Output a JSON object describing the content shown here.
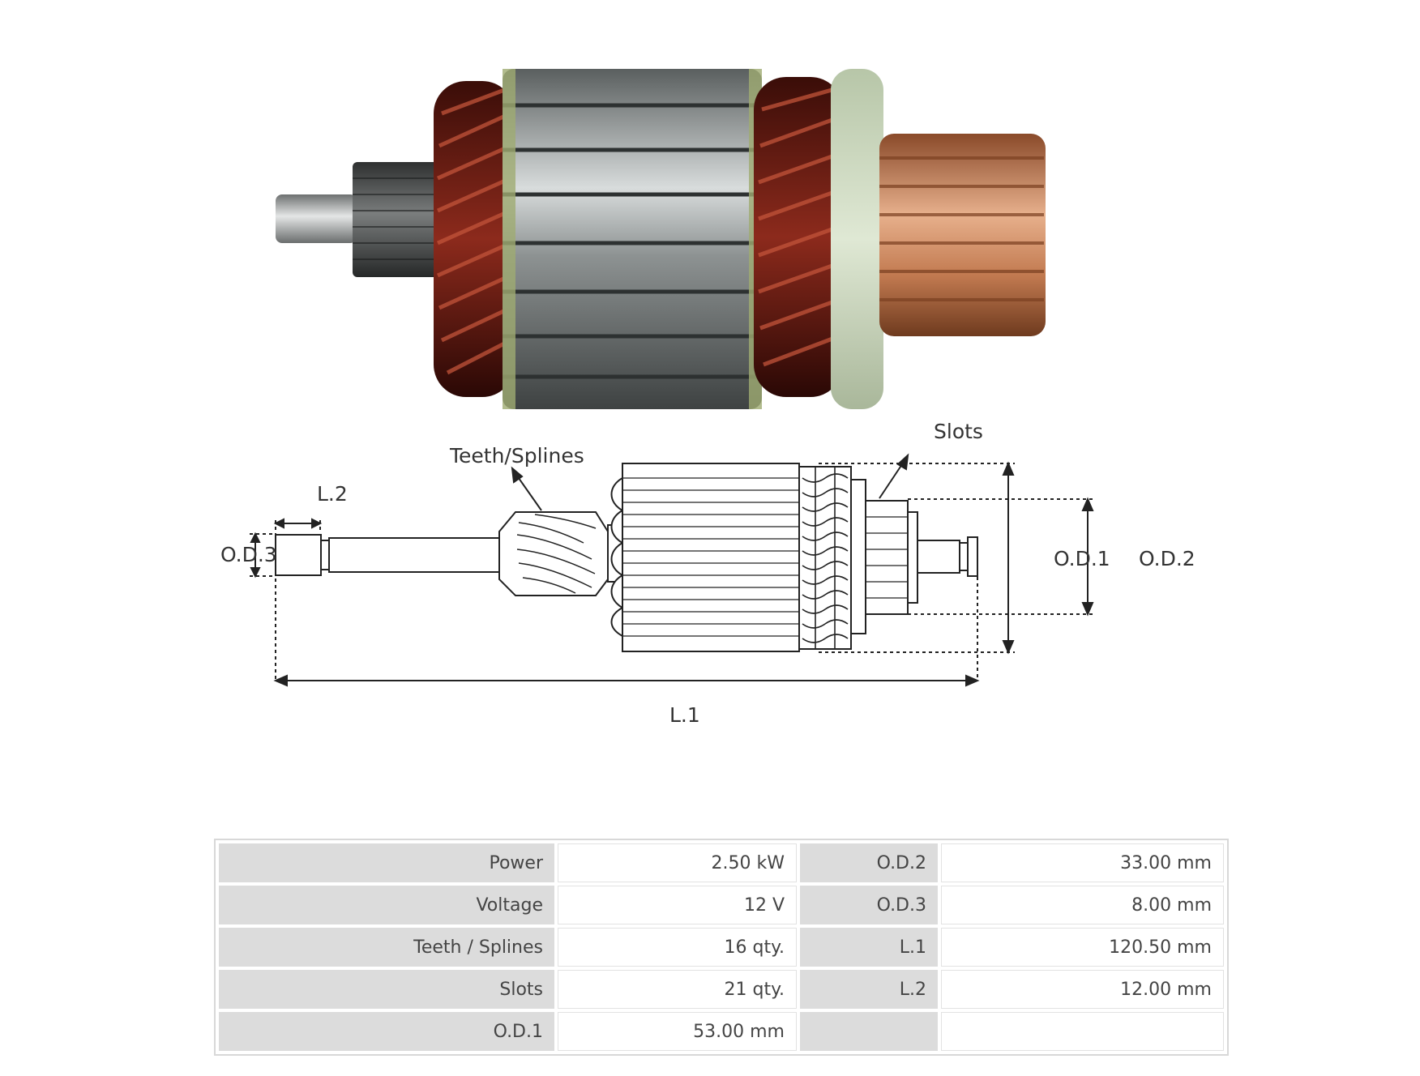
{
  "photo": {
    "alt_icon": "starter-armature-photo"
  },
  "drawing": {
    "labels": {
      "teeth": "Teeth/Splines",
      "slots": "Slots",
      "l2": "L.2",
      "od3": "O.D.3",
      "od1": "O.D.1",
      "od2": "O.D.2",
      "l1": "L.1"
    }
  },
  "specs": {
    "rows": [
      {
        "k1": "Power",
        "v1": "2.50 kW",
        "k2": "O.D.2",
        "v2": "33.00 mm"
      },
      {
        "k1": "Voltage",
        "v1": "12 V",
        "k2": "O.D.3",
        "v2": "8.00 mm"
      },
      {
        "k1": "Teeth / Splines",
        "v1": "16 qty.",
        "k2": "L.1",
        "v2": "120.50 mm"
      },
      {
        "k1": "Slots",
        "v1": "21 qty.",
        "k2": "L.2",
        "v2": "12.00 mm"
      },
      {
        "k1": "O.D.1",
        "v1": "53.00 mm",
        "k2": "",
        "v2": ""
      }
    ]
  }
}
